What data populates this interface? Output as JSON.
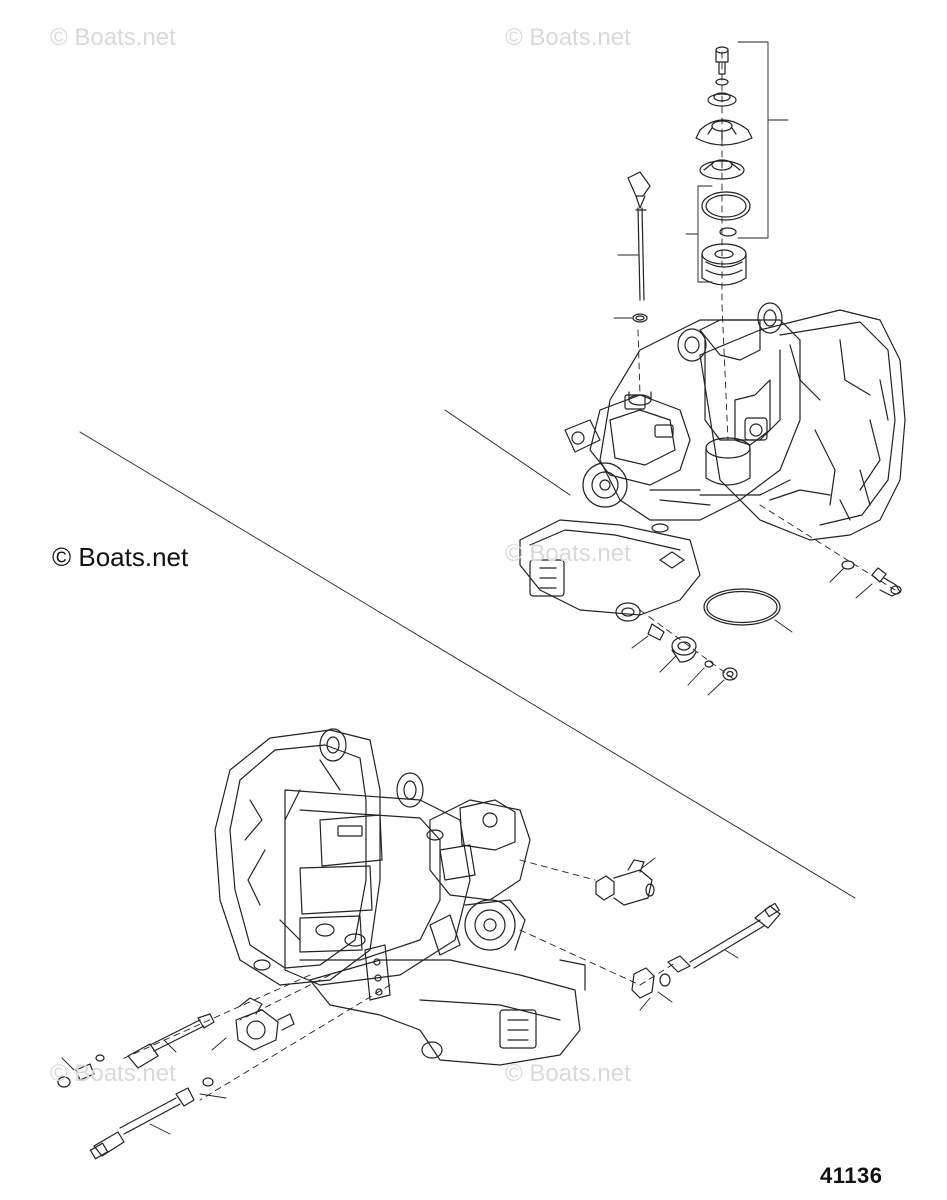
{
  "watermarks": {
    "top_left": "© Boats.net",
    "top_center": "© Boats.net",
    "main": "© Boats.net",
    "middle_center": "© Boats.net",
    "bottom_left": "© Boats.net",
    "bottom_center": "© Boats.net"
  },
  "figure_number": "41136",
  "colors": {
    "line": "#222222",
    "watermark": "#d9d9d9",
    "background": "#ffffff"
  }
}
